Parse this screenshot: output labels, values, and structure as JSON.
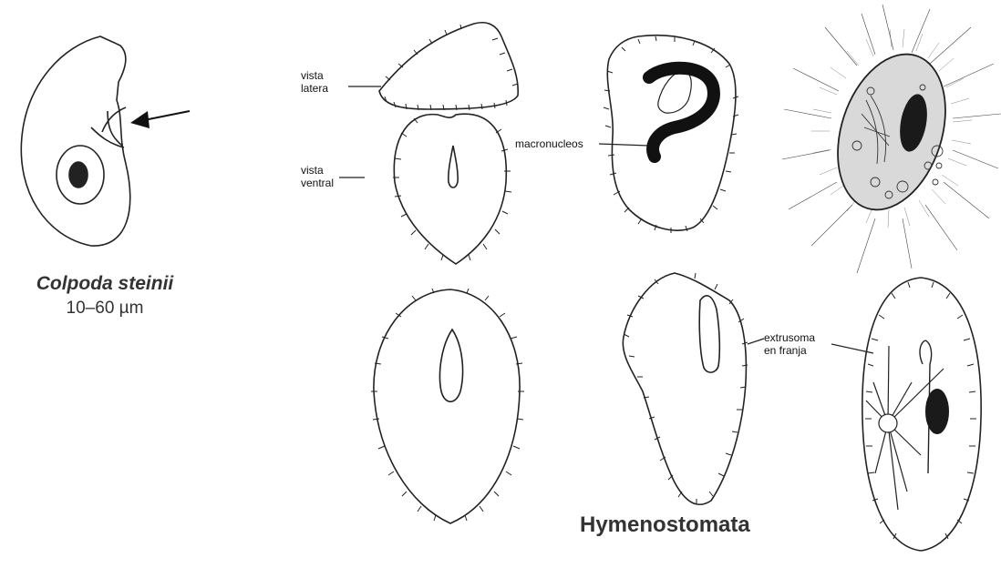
{
  "labels": {
    "lateral_view": [
      "vista",
      "latera"
    ],
    "ventral_view": [
      "vista",
      "ventral"
    ],
    "macronucleus": "macronucleos",
    "extrusome": [
      "extrusoma",
      "en franja"
    ]
  },
  "species": {
    "name": "Colpoda steinii",
    "size": "10–60 µm"
  },
  "group": "Hymenostomata"
}
